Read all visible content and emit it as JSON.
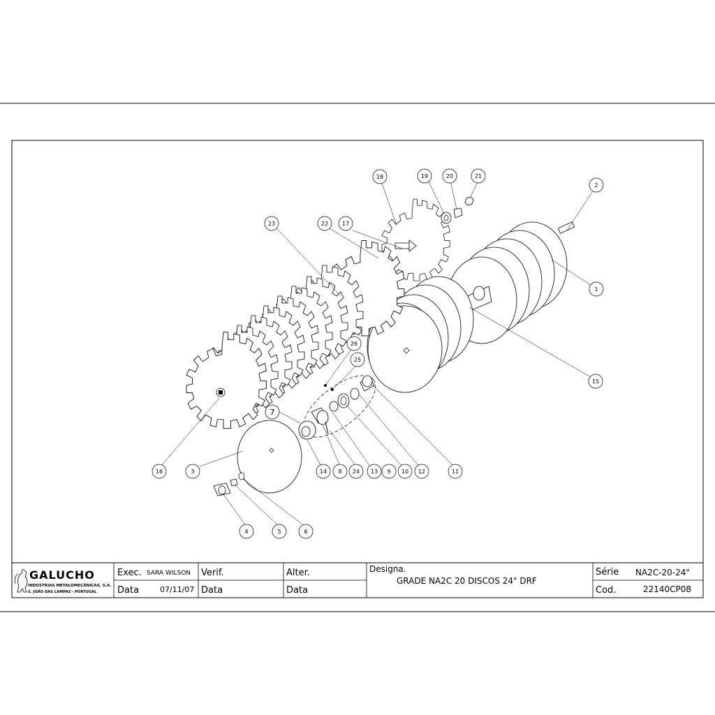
{
  "drawing": {
    "callouts": [
      "1",
      "2",
      "3",
      "4",
      "5",
      "6",
      "7",
      "8",
      "9",
      "10",
      "11",
      "12",
      "13",
      "14",
      "15",
      "16",
      "17",
      "18",
      "19",
      "20",
      "21",
      "22",
      "23",
      "24",
      "25",
      "26"
    ]
  },
  "title_block": {
    "company": {
      "name": "GALUCHO",
      "line1": "INDÚSTRIAS METALOMECÂNICAS, S.A.",
      "line2": "S. JOÃO DAS LAMPAS - PORTUGAL"
    },
    "exec_label": "Exec.",
    "exec_value": "SARA WILSON",
    "verif_label": "Verif.",
    "alter_label": "Alter.",
    "data_label": "Data",
    "data_value": "07/11/07",
    "designa_label": "Designa.",
    "designa_value": "GRADE NA2C 20 DISCOS 24\" DRF",
    "serie_label": "Série",
    "serie_value": "NA2C-20-24\"",
    "cod_label": "Cod.",
    "cod_value": "22140CP08"
  }
}
